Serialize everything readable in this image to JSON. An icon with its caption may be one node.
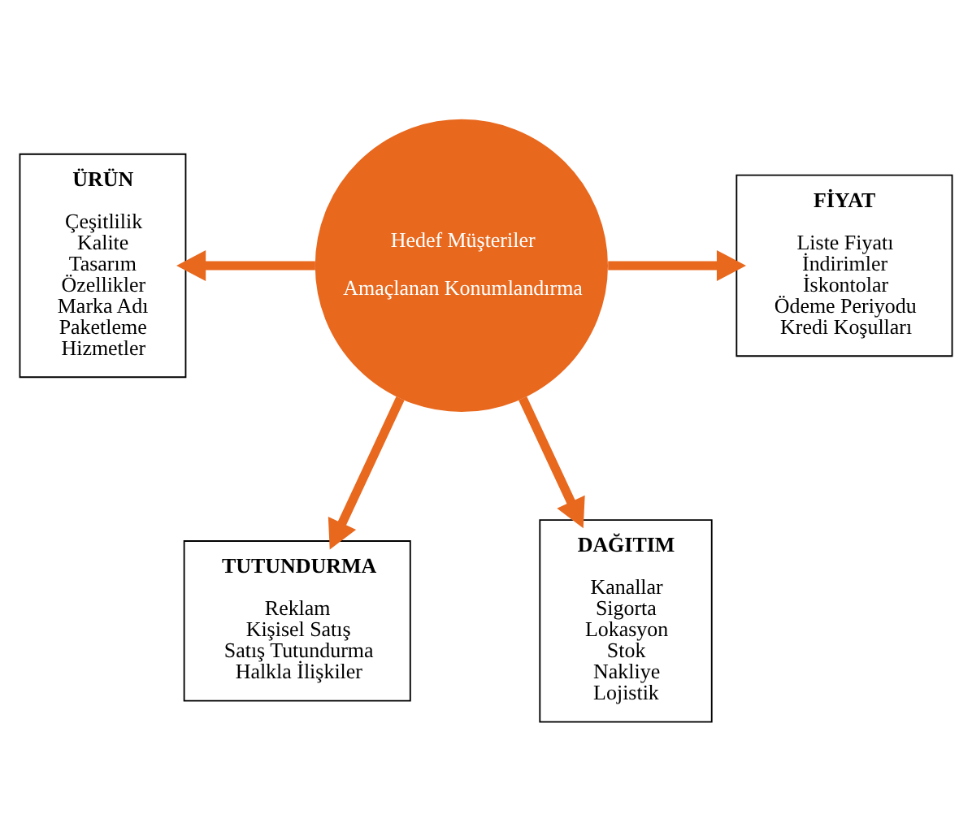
{
  "diagram": {
    "nodes": [
      {
        "text": [
          "ÜRÜN",
          "Çeşitlilik",
          "Kalite",
          "Tasarım",
          "Özellikler",
          "Marka Adı",
          "Paketleme",
          "Hizmetler"
        ]
      },
      {
        "text": [
          "FİYAT",
          "Liste Fiyatı",
          "İndirimler",
          "İskontolar",
          "Ödeme Periyodu",
          "Kredi Koşulları"
        ]
      },
      {
        "text": [
          "TUTUNDURMA",
          "Reklam",
          "Kişisel Satış",
          "Satış Tutundurma",
          "Halkla İlişkiler"
        ]
      },
      {
        "text": [
          "DAĞITIM",
          "Kanallar",
          "Sigorta",
          "Lokasyon",
          "Stok",
          "Nakliye",
          "Lojistik"
        ]
      },
      {
        "text": [
          "Hedef Müşteriler",
          "Amaçlanan Konumlandırma"
        ]
      }
    ],
    "edges": [
      {
        "from": 4,
        "to": 0,
        "arrow": "to"
      },
      {
        "from": 4,
        "to": 1,
        "arrow": "to"
      },
      {
        "from": 4,
        "to": 2,
        "arrow": "to"
      },
      {
        "from": 4,
        "to": 3,
        "arrow": "to"
      }
    ]
  }
}
